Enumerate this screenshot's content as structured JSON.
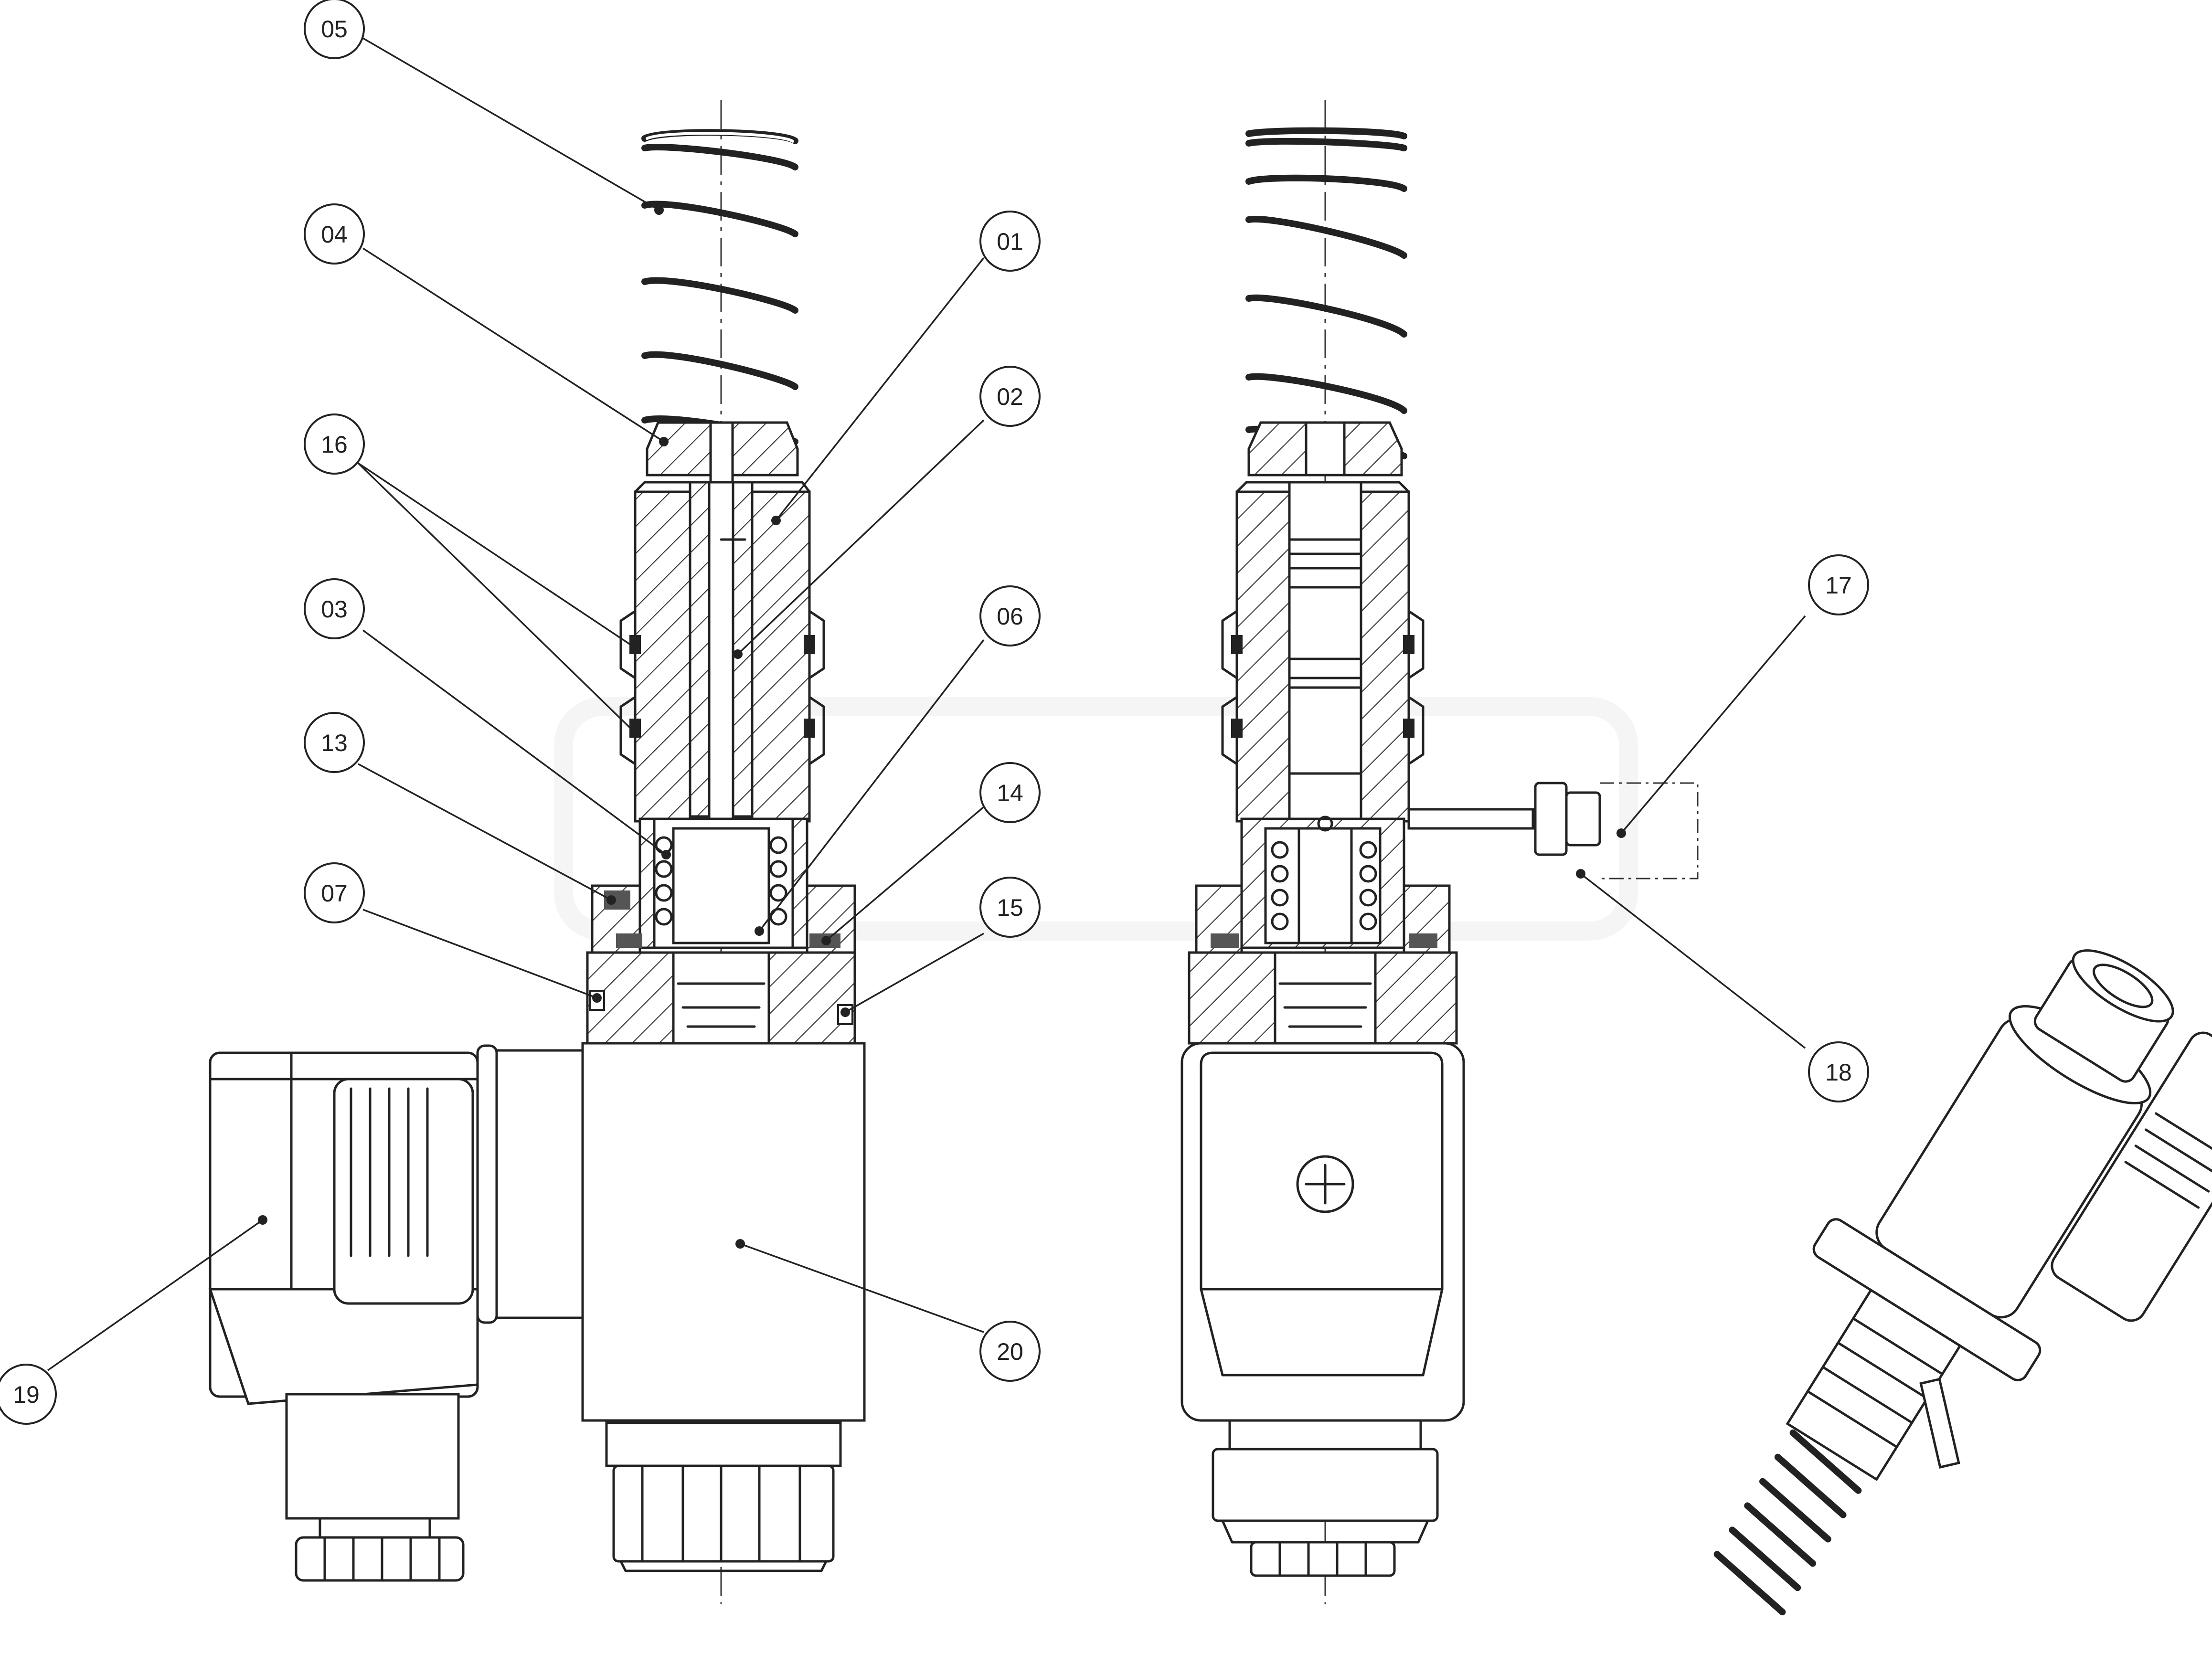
{
  "drawing": {
    "callouts": [
      {
        "id": "01",
        "label": "01"
      },
      {
        "id": "02",
        "label": "02"
      },
      {
        "id": "03",
        "label": "03"
      },
      {
        "id": "04",
        "label": "04"
      },
      {
        "id": "05",
        "label": "05"
      },
      {
        "id": "06",
        "label": "06"
      },
      {
        "id": "07",
        "label": "07"
      },
      {
        "id": "13",
        "label": "13"
      },
      {
        "id": "14",
        "label": "14"
      },
      {
        "id": "15",
        "label": "15"
      },
      {
        "id": "16",
        "label": "16"
      },
      {
        "id": "17",
        "label": "17"
      },
      {
        "id": "18",
        "label": "18"
      },
      {
        "id": "19",
        "label": "19"
      },
      {
        "id": "20",
        "label": "20"
      }
    ],
    "colors": {
      "line": "#222222",
      "background": "#ffffff"
    }
  }
}
